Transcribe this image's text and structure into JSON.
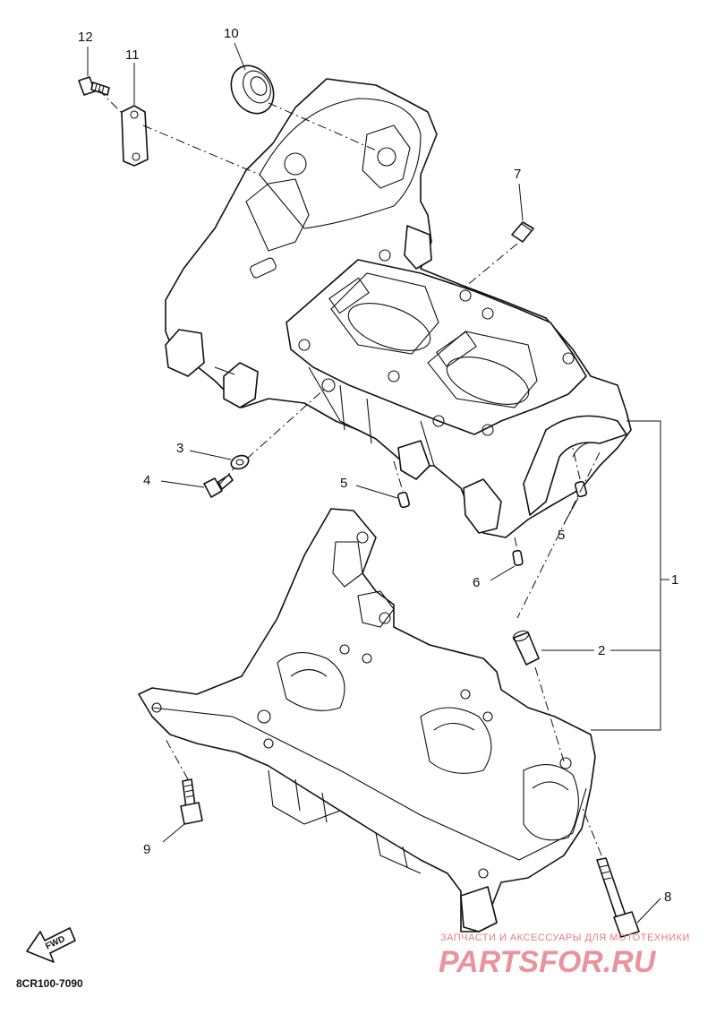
{
  "diagram": {
    "code": "8CR100-7090",
    "fwd_label": "FWD",
    "callouts": [
      {
        "id": "c1",
        "label": "1"
      },
      {
        "id": "c2",
        "label": "2"
      },
      {
        "id": "c3",
        "label": "3"
      },
      {
        "id": "c4",
        "label": "4"
      },
      {
        "id": "c5a",
        "label": "5"
      },
      {
        "id": "c5b",
        "label": "5"
      },
      {
        "id": "c6",
        "label": "6"
      },
      {
        "id": "c7",
        "label": "7"
      },
      {
        "id": "c8",
        "label": "8"
      },
      {
        "id": "c9",
        "label": "9"
      },
      {
        "id": "c10",
        "label": "10"
      },
      {
        "id": "c11",
        "label": "11"
      },
      {
        "id": "c12",
        "label": "12"
      }
    ]
  },
  "watermark": {
    "tagline": "ЗАПЧАСТИ И АКСЕССУАРЫ ДЛЯ МОТОТЕХНИКИ",
    "brand": "PARTSFOR.RU",
    "color": "#d93a4a"
  }
}
